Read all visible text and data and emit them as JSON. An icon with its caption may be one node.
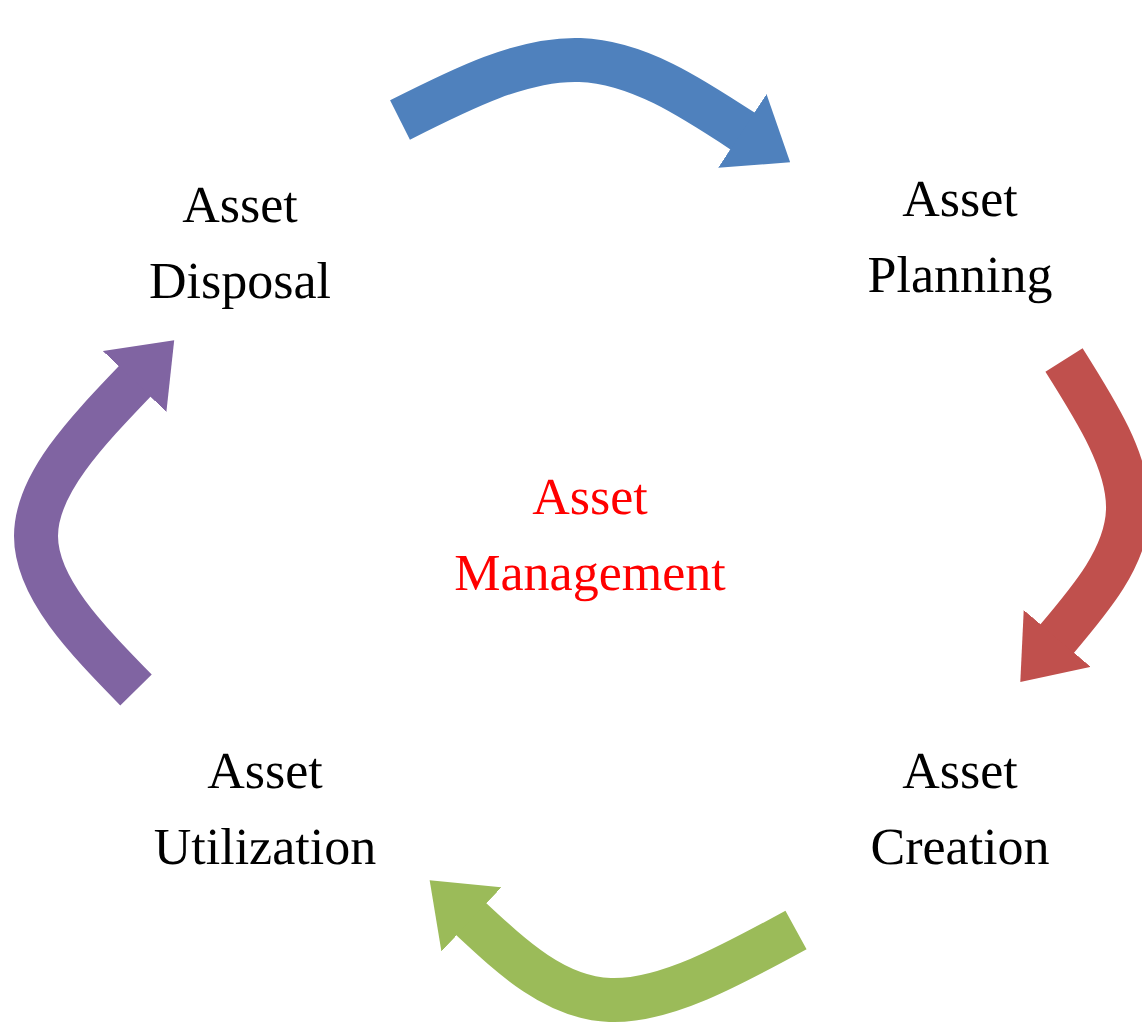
{
  "diagram": {
    "nodes": [
      {
        "text": [
          "Asset Disposal"
        ]
      },
      {
        "text": [
          "Asset Planning"
        ]
      },
      {
        "text": [
          "Asset Management"
        ]
      },
      {
        "text": [
          "Asset Utilization"
        ]
      },
      {
        "text": [
          "Asset Creation"
        ]
      }
    ],
    "edges": [
      {
        "from": 0,
        "to": 1,
        "arrow": "to",
        "color": "#4f81bd"
      },
      {
        "from": 1,
        "to": 4,
        "arrow": "to",
        "color": "#c0504d"
      },
      {
        "from": 4,
        "to": 3,
        "arrow": "to",
        "color": "#9bbb59"
      },
      {
        "from": 3,
        "to": 0,
        "arrow": "to",
        "color": "#8064a2"
      }
    ]
  }
}
